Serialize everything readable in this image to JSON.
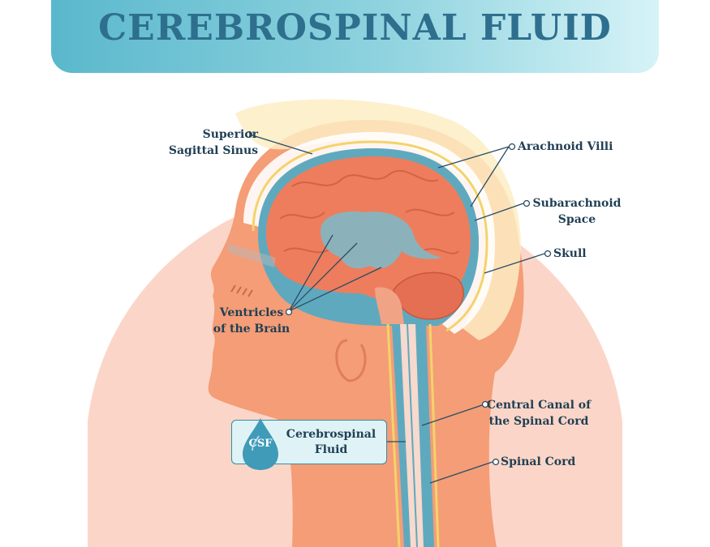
{
  "title": "CEREBROSPINAL FLUID",
  "labels": {
    "superior_sagittal_sinus": [
      "Superior",
      "Sagittal Sinus"
    ],
    "arachnoid_villi": "Arachnoid Villi",
    "subarachnoid_space": [
      "Subarachnoid",
      "Space"
    ],
    "skull": "Skull",
    "ventricles": [
      "Ventricles",
      "of the Brain"
    ],
    "central_canal": [
      "Central Canal of",
      "the Spinal Cord"
    ],
    "spinal_cord": "Spinal Cord"
  },
  "csf_badge": {
    "abbr": "CSF",
    "name": [
      "Cerebrospinal",
      "Fluid"
    ]
  },
  "colors": {
    "banner": "#8fd3df",
    "title": "#2e6f8e",
    "csf_blue": "#5fa9bf",
    "brain": "#ee7d5d",
    "head": "#f49d77",
    "background_circle": "#fbd6c8",
    "skull_glow": "#fdedc3",
    "dura_yellow": "#f3d36b",
    "leader_line": "#2a4d63"
  }
}
